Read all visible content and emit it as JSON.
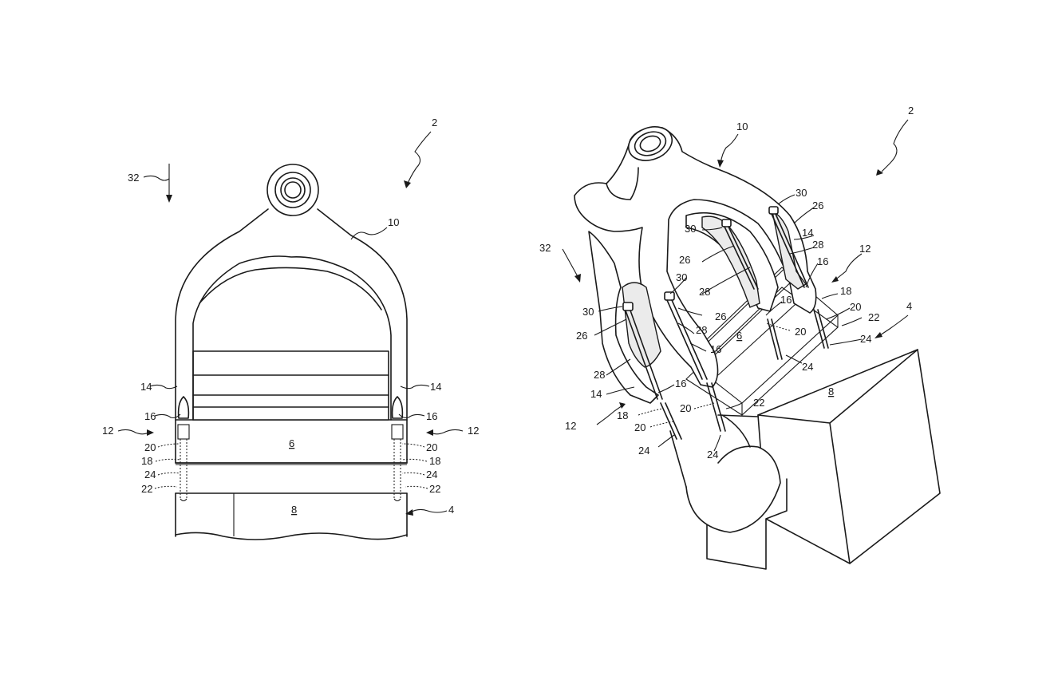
{
  "front_view": {
    "labels": {
      "ref_2": "2",
      "ref_32": "32",
      "ref_10": "10",
      "ref_14_left": "14",
      "ref_14_right": "14",
      "ref_16_left": "16",
      "ref_16_right": "16",
      "ref_12_left": "12",
      "ref_12_right": "12",
      "ref_20_left": "20",
      "ref_20_right": "20",
      "ref_18_left": "18",
      "ref_18_right": "18",
      "ref_24_left": "24",
      "ref_24_right": "24",
      "ref_22_left": "22",
      "ref_22_right": "22",
      "ref_6": "6",
      "ref_8": "8",
      "ref_4": "4"
    }
  },
  "iso_view": {
    "labels": {
      "ref_2": "2",
      "ref_10": "10",
      "ref_32": "32",
      "ref_30_a": "30",
      "ref_26_a": "26",
      "ref_28_a": "28",
      "ref_14_a": "14",
      "ref_16_a": "16",
      "ref_12_right": "12",
      "ref_18_a": "18",
      "ref_20_a": "20",
      "ref_22_a": "22",
      "ref_24_a": "24",
      "ref_4": "4",
      "ref_30_b": "30",
      "ref_26_b": "26",
      "ref_28_b": "28",
      "ref_30_c": "30",
      "ref_28_c": "28",
      "ref_26_c": "26",
      "ref_30_d": "30",
      "ref_26_d": "26",
      "ref_28_d": "28",
      "ref_16_b": "16",
      "ref_16_c": "16",
      "ref_16_d": "16",
      "ref_6": "6",
      "ref_20_b": "20",
      "ref_20_c": "20",
      "ref_20_d": "20",
      "ref_24_b": "24",
      "ref_24_c": "24",
      "ref_24_d": "24",
      "ref_14_b": "14",
      "ref_18_b": "18",
      "ref_12_left": "12",
      "ref_22_b": "22",
      "ref_8": "8"
    }
  }
}
